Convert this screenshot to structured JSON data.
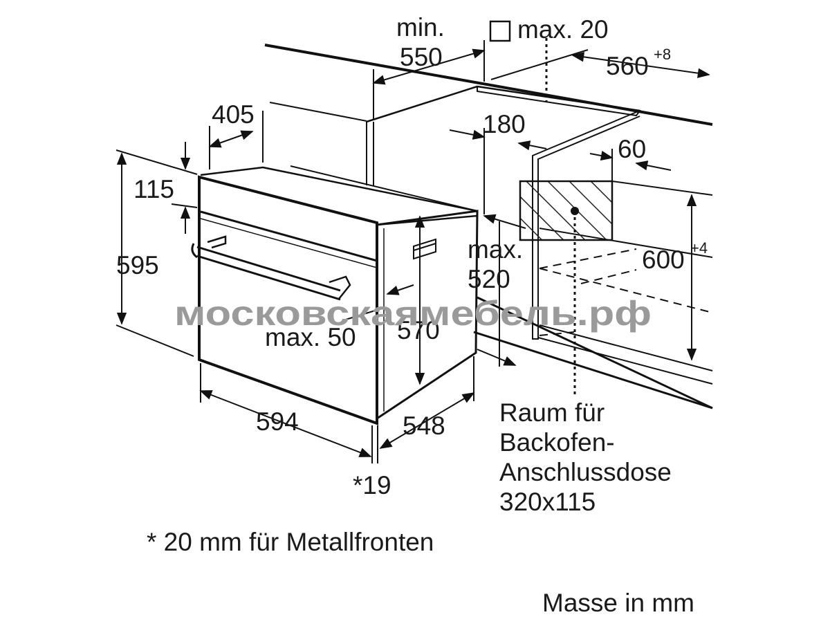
{
  "dimensions": {
    "min_label": "min.",
    "min_value": "550",
    "max20_label": "max. 20",
    "width_base": "560",
    "width_tol": "+8",
    "d405": "405",
    "d180": "180",
    "d60": "60",
    "d115": "115",
    "d595": "595",
    "height_base": "600",
    "height_tol": "+4",
    "max520_label": "max.",
    "max520_value": "520",
    "max50": "max. 50",
    "d570": "570",
    "d594": "594",
    "d548": "548",
    "d19": "*19"
  },
  "socket_note": {
    "line1": "Raum für",
    "line2": "Backofen-",
    "line3": "Anschlussdose",
    "line4": "320x115"
  },
  "footnote": "* 20 mm für Metallfronten",
  "units": "Masse in mm",
  "watermark": "московскаямебель.рф"
}
